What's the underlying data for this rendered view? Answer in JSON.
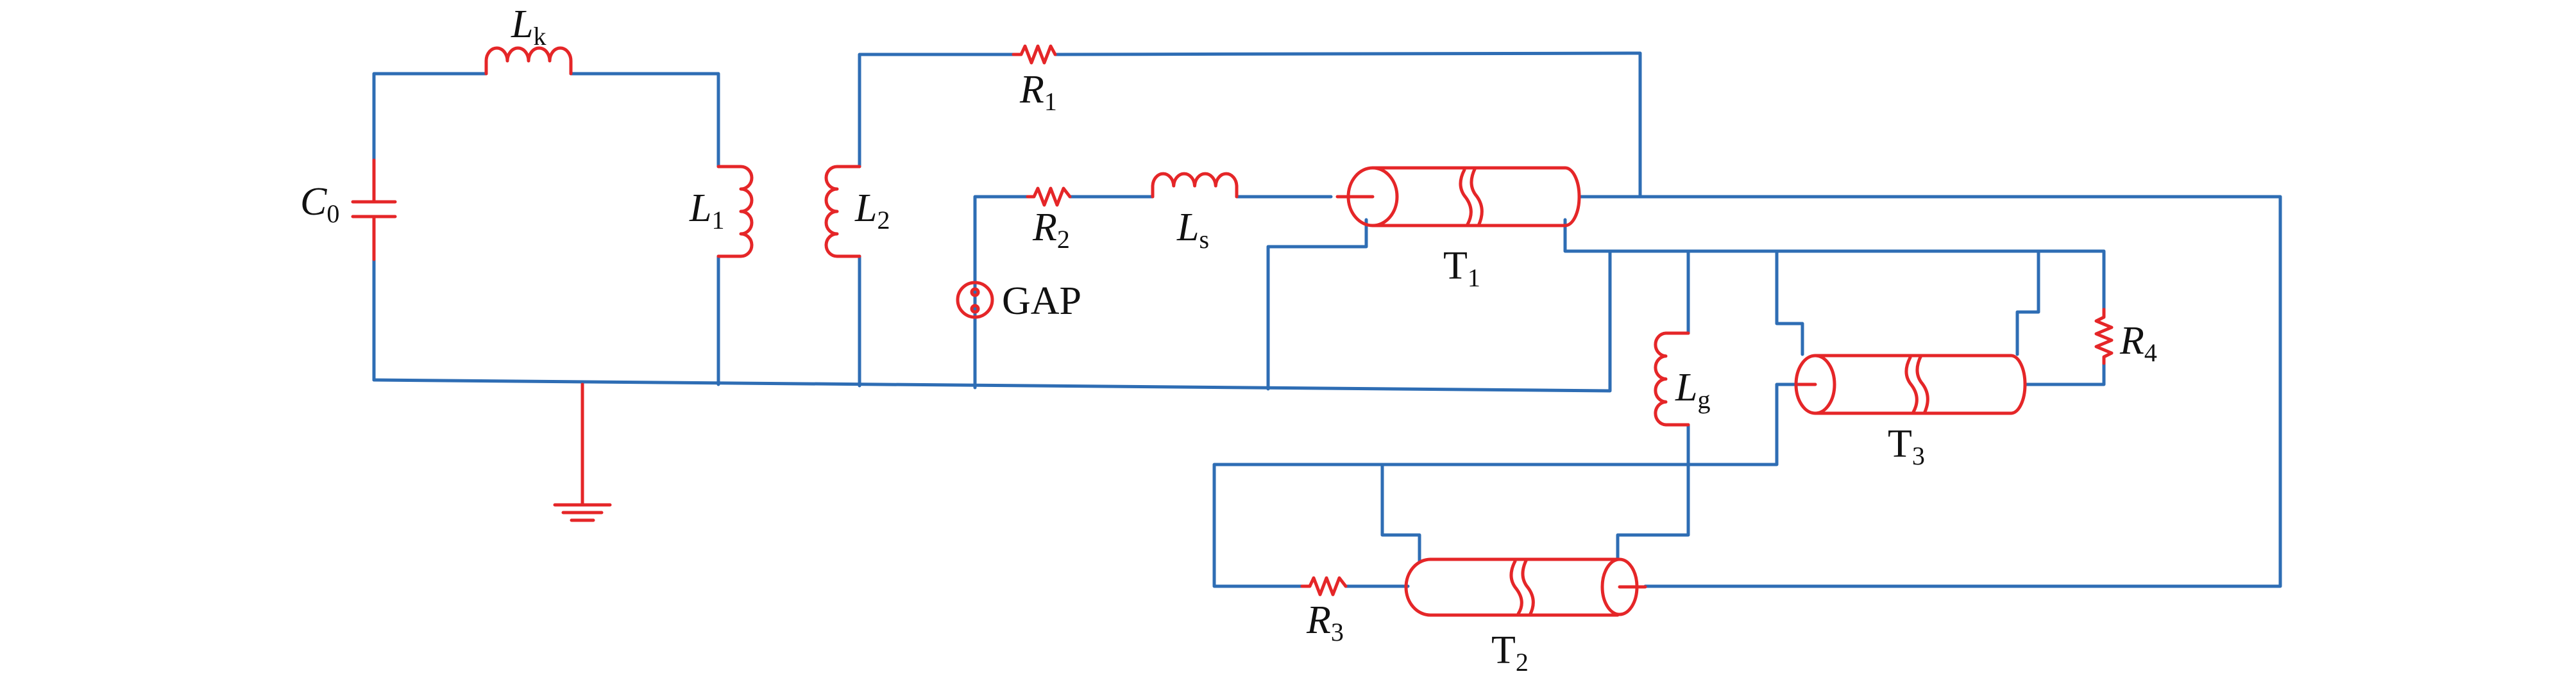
{
  "components": {
    "Lk": {
      "sym": "L",
      "sub": "k"
    },
    "L1": {
      "sym": "L",
      "sub": "1"
    },
    "L2": {
      "sym": "L",
      "sub": "2"
    },
    "C0": {
      "sym": "C",
      "sub": "0"
    },
    "R1": {
      "sym": "R",
      "sub": "1"
    },
    "R2": {
      "sym": "R",
      "sub": "2"
    },
    "Ls": {
      "sym": "L",
      "sub": "s"
    },
    "T1": {
      "sym": "T",
      "sub": "1"
    },
    "GAP": {
      "text": "GAP"
    },
    "Lg": {
      "sym": "L",
      "sub": "g"
    },
    "R4": {
      "sym": "R",
      "sub": "4"
    },
    "T3": {
      "sym": "T",
      "sub": "3"
    },
    "R3": {
      "sym": "R",
      "sub": "3"
    },
    "T2": {
      "sym": "T",
      "sub": "2"
    }
  },
  "colors": {
    "wire": "#2e6db4",
    "component": "#e52628",
    "text": "#111111"
  }
}
